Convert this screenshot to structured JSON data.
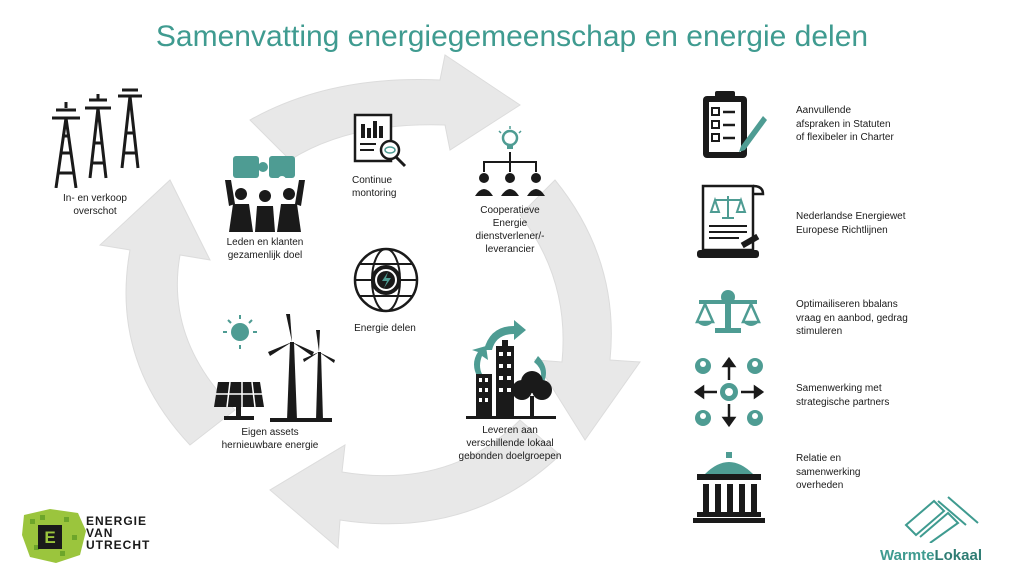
{
  "title": "Samenvatting energiegemeenschap en energie delen",
  "colors": {
    "teal": "#4e9c93",
    "dark": "#1a1a1a",
    "arrow": "#e6e6e6",
    "wl_teal": "#3f9b90"
  },
  "center": {
    "label": "Energie delen",
    "icon": "globe-energy-icon"
  },
  "cycle": [
    {
      "key": "leden",
      "lines": [
        "Leden en klanten",
        "gezamenlijk doel"
      ],
      "icon": "puzzle-hands-icon"
    },
    {
      "key": "monitoring",
      "lines": [
        "Continue",
        "montoring"
      ],
      "icon": "report-magnifier-icon"
    },
    {
      "key": "cooperatieve",
      "lines": [
        "Cooperatieve",
        "Energie",
        "dienstverlener/-",
        "leverancier"
      ],
      "icon": "network-people-icon"
    },
    {
      "key": "leveren",
      "lines": [
        "Leveren aan",
        "verschillende lokaal",
        "gebonden doelgroepen"
      ],
      "icon": "city-recycle-icon"
    },
    {
      "key": "assets",
      "lines": [
        "Eigen assets",
        "hernieuwbare energie"
      ],
      "icon": "renewable-energy-icon"
    }
  ],
  "pylons": {
    "lines": [
      "In- en verkoop",
      "overschot"
    ],
    "icon": "power-pylons-icon"
  },
  "right": [
    {
      "lines": [
        "Aanvullende",
        "afspraken in Statuten",
        "of flexibeler in Charter"
      ],
      "icon": "clipboard-checklist-icon"
    },
    {
      "lines": [
        "Nederlandse Energiewet",
        "Europese Richtlijnen"
      ],
      "icon": "legal-document-icon"
    },
    {
      "lines": [
        "Optimailiseren bbalans",
        "vraag en aanbod, gedrag",
        "stimuleren"
      ],
      "icon": "scale-icon"
    },
    {
      "lines": [
        "Samenwerking met",
        "strategische partners"
      ],
      "icon": "partners-gear-icon"
    },
    {
      "lines": [
        "Relatie en",
        "samenwerking",
        "overheden"
      ],
      "icon": "government-building-icon"
    }
  ],
  "logo_left": {
    "line1": "ENERGIE",
    "line2": "VAN",
    "line3": "UTRECHT"
  },
  "logo_right": {
    "part1": "Warmte",
    "part2": "Lokaal"
  }
}
